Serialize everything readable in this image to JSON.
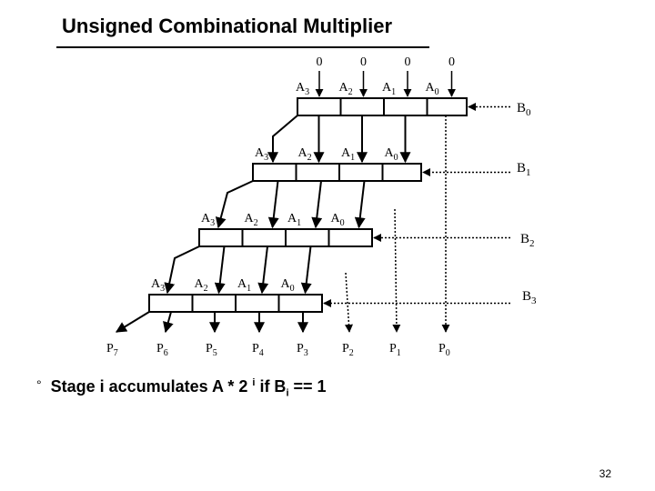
{
  "slide": {
    "title": "Unsigned Combinational Multiplier",
    "page_number": "32"
  },
  "diagram": {
    "initial_inputs": [
      "0",
      "0",
      "0",
      "0"
    ],
    "stages": [
      {
        "b_base": "B",
        "b_sub": "0",
        "a_labels": [
          [
            "A",
            "3"
          ],
          [
            "A",
            "2"
          ],
          [
            "A",
            "1"
          ],
          [
            "A",
            "0"
          ]
        ]
      },
      {
        "b_base": "B",
        "b_sub": "1",
        "a_labels": [
          [
            "A",
            "3"
          ],
          [
            "A",
            "2"
          ],
          [
            "A",
            "1"
          ],
          [
            "A",
            "0"
          ]
        ]
      },
      {
        "b_base": "B",
        "b_sub": "2",
        "a_labels": [
          [
            "A",
            "3"
          ],
          [
            "A",
            "2"
          ],
          [
            "A",
            "1"
          ],
          [
            "A",
            "0"
          ]
        ]
      },
      {
        "b_base": "B",
        "b_sub": "3",
        "a_labels": [
          [
            "A",
            "3"
          ],
          [
            "A",
            "2"
          ],
          [
            "A",
            "1"
          ],
          [
            "A",
            "0"
          ]
        ]
      }
    ],
    "outputs": [
      [
        "P",
        "7"
      ],
      [
        "P",
        "6"
      ],
      [
        "P",
        "5"
      ],
      [
        "P",
        "4"
      ],
      [
        "P",
        "3"
      ],
      [
        "P",
        "2"
      ],
      [
        "P",
        "1"
      ],
      [
        "P",
        "0"
      ]
    ]
  },
  "note": {
    "bullet": "°",
    "prefix": "Stage i  accumulates  A * 2 ",
    "superscript": "i",
    "middle": " if B",
    "subscript": "i",
    "suffix": " == 1"
  }
}
